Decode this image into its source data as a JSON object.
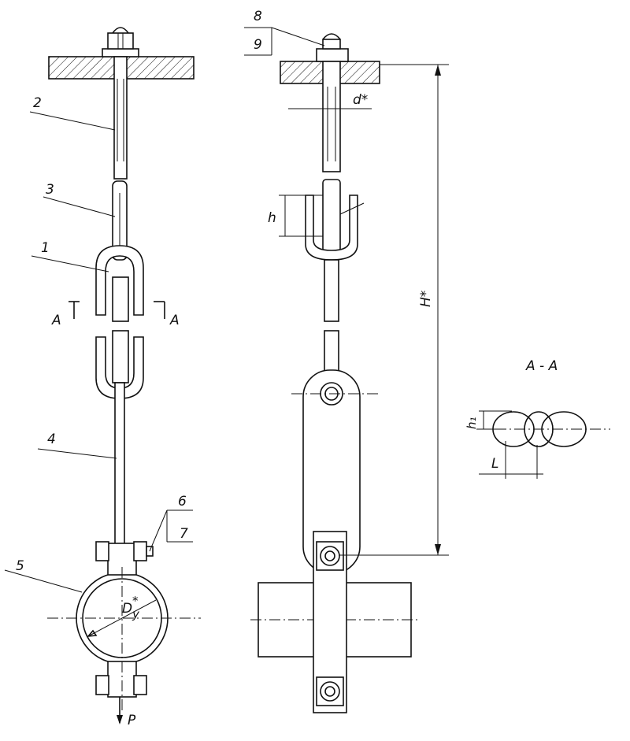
{
  "labels": {
    "part_1": "1",
    "part_2": "2",
    "part_3": "3",
    "part_4": "4",
    "part_5": "5",
    "part_6": "6",
    "part_7": "7",
    "part_8": "8",
    "part_9": "9",
    "section_mark_left": "A",
    "section_mark_right": "A",
    "section_title": "A - A",
    "dim_d": "d*",
    "dim_h": "h",
    "dim_H": "H*",
    "dim_Dy": "D",
    "dim_Dy_sub": "y",
    "dim_Dy_star": "*",
    "dim_h1": "h₁",
    "dim_l": "L",
    "load": "P"
  }
}
